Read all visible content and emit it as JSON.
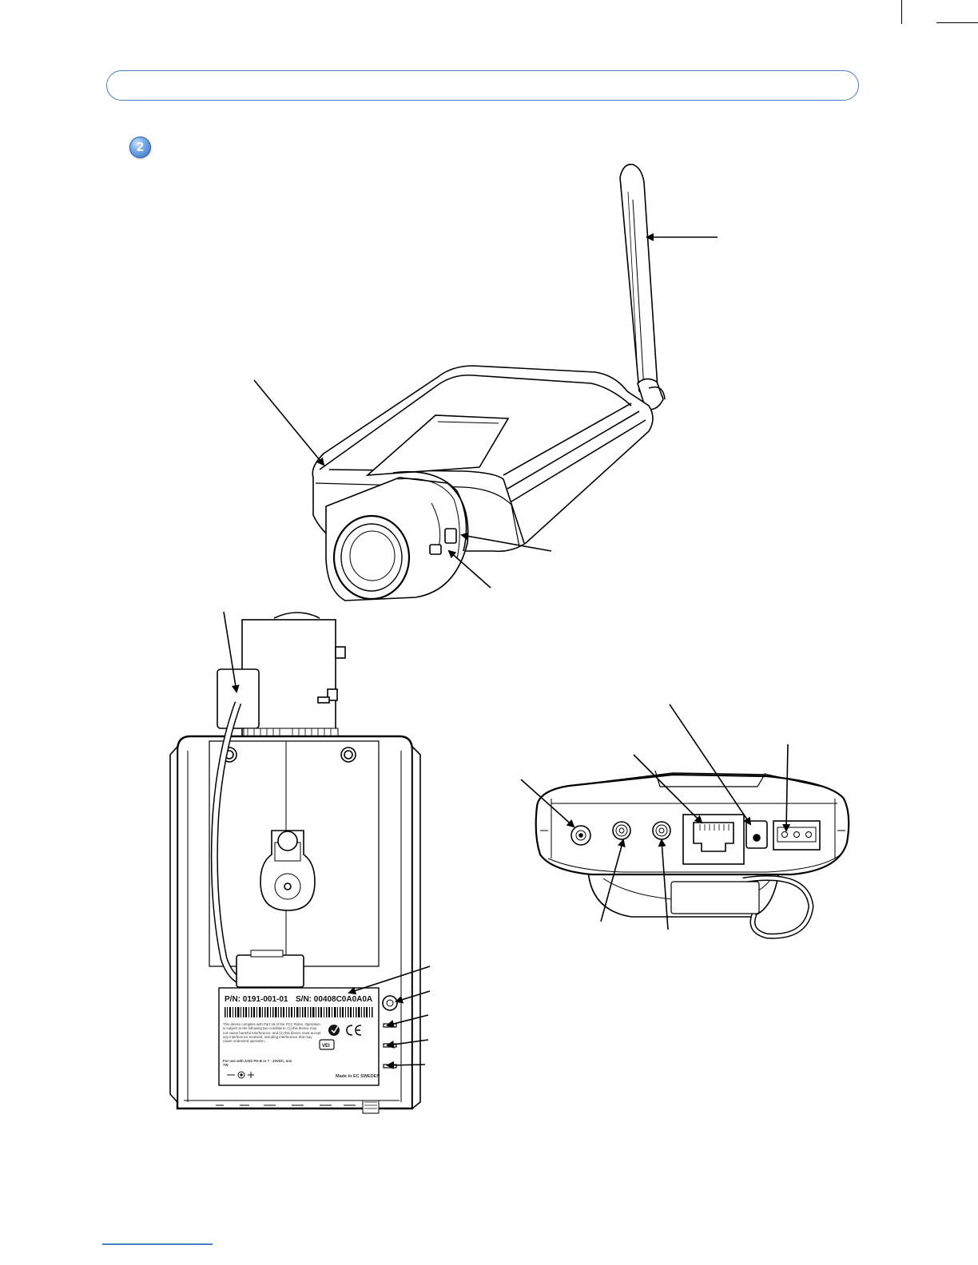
{
  "header": {
    "title": ""
  },
  "step": {
    "number": "2"
  },
  "rear_label": {
    "part_number": "P/N: 0191-001-01",
    "serial_number": "S/N: 00408C0A0A0A",
    "compliance_text": "This device complies with Part 15 of the FCC Rules. Operation is subject to the following two conditions: (1) this device may not cause harmful interference, and (2) this device must accept any interference received, including interference that may cause undesired operation.",
    "power_text": "For use with AXIS PS-B or 7 - 20VDC, min 7W",
    "origin": "Made in EC SWEDEN"
  },
  "icons": {
    "step_badge": "step-2-badge-icon",
    "arrow": "arrow-icon",
    "ce_mark": "ce-mark-icon",
    "c_tick": "c-tick-icon",
    "vci": "vci-mark-icon"
  },
  "colors": {
    "accent": "#4a7fc1",
    "line": "#000000",
    "badge": "#2f6fc4"
  }
}
